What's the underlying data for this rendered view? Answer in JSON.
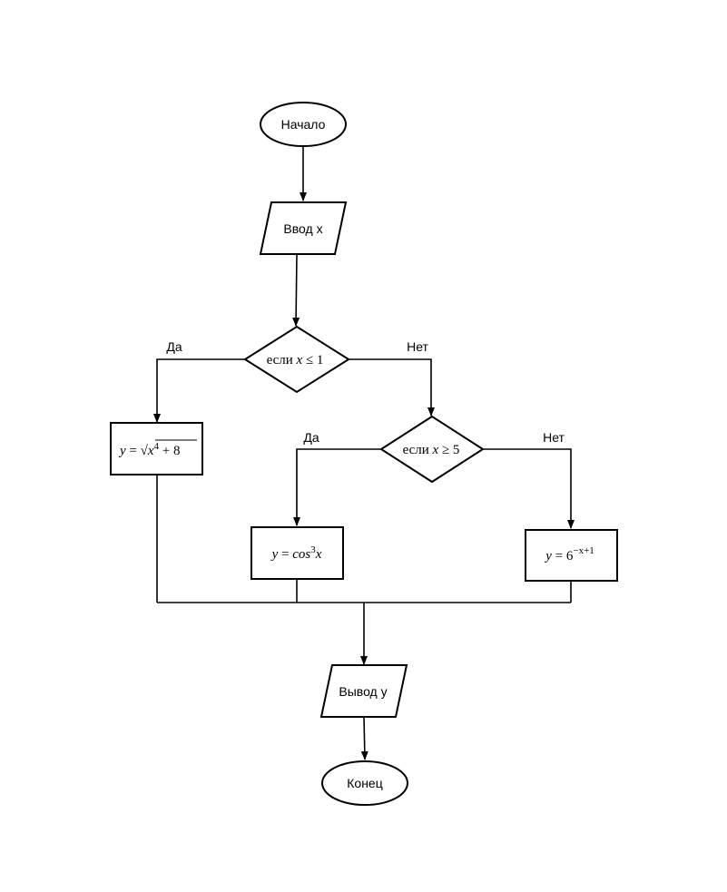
{
  "nodes": {
    "start": "Начало",
    "input": "Ввод x",
    "output": "Вывод y",
    "end": "Конец",
    "decision1": {
      "prefix": "если",
      "var": "x",
      "op": "≤",
      "num": "1"
    },
    "decision2": {
      "prefix": "если",
      "var": "x",
      "op": "≥",
      "num": "5"
    },
    "process1": {
      "y": "y",
      "eq": "=",
      "radical": "√",
      "base": "x",
      "exp": "4",
      "plus": "+",
      "num": "8"
    },
    "process2": {
      "y": "y",
      "eq": "=",
      "fn": "cos",
      "exp": "3",
      "arg": "x"
    },
    "process3": {
      "y": "y",
      "eq": "=",
      "base": "6",
      "exp": "−x+1"
    }
  },
  "branch_labels": {
    "d1_yes": "Да",
    "d1_no": "Нет",
    "d2_yes": "Да",
    "d2_no": "Нет"
  }
}
